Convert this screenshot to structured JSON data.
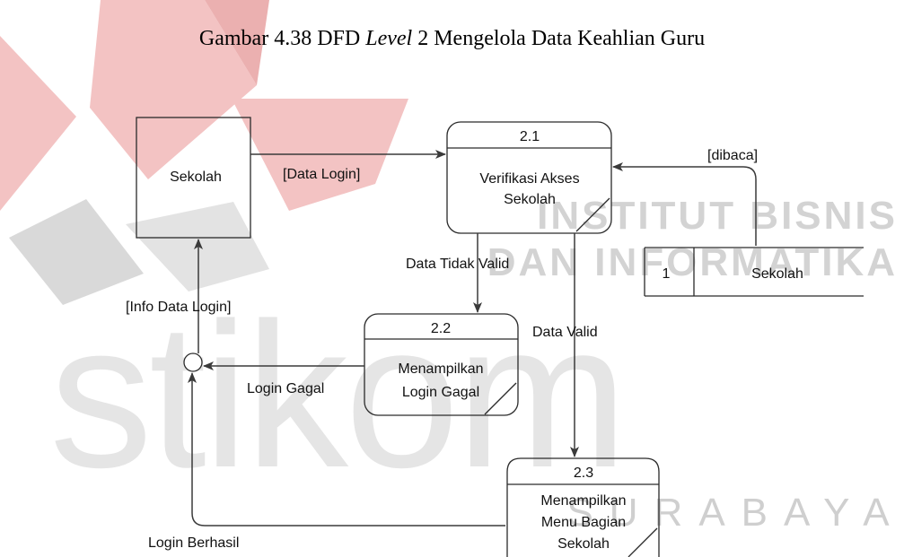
{
  "title": {
    "prefix": "Gambar 4.38 DFD ",
    "emph": "Level",
    "suffix": " 2 Mengelola Data Keahlian Guru"
  },
  "entity": {
    "label": "Sekolah"
  },
  "processes": [
    {
      "id": "2.1",
      "line1": "Verifikasi Akses",
      "line2": "Sekolah",
      "line3": ""
    },
    {
      "id": "2.2",
      "line1": "Menampilkan",
      "line2": "Login Gagal",
      "line3": ""
    },
    {
      "id": "2.3",
      "line1": "Menampilkan",
      "line2": "Menu Bagian",
      "line3": "Sekolah"
    }
  ],
  "datastore": {
    "number": "1",
    "label": "Sekolah"
  },
  "flows": {
    "data_login": "[Data Login]",
    "dibaca": "[dibaca]",
    "data_tidak_valid": "Data Tidak Valid",
    "data_valid": "Data Valid",
    "login_gagal": "Login Gagal",
    "info_data_login": "[Info Data Login]",
    "login_berhasil": "Login Berhasil"
  },
  "watermark": {
    "line1": "INSTITUT BISNIS",
    "line2": "DAN INFORMATIKA",
    "brand": "stikom",
    "city": "SURABAYA"
  },
  "colors": {
    "watermark_red": "#f3c3c3",
    "watermark_grey": "#cfcfcf",
    "watermark_text": "#d3d3d3",
    "line": "#3a3a3a"
  }
}
